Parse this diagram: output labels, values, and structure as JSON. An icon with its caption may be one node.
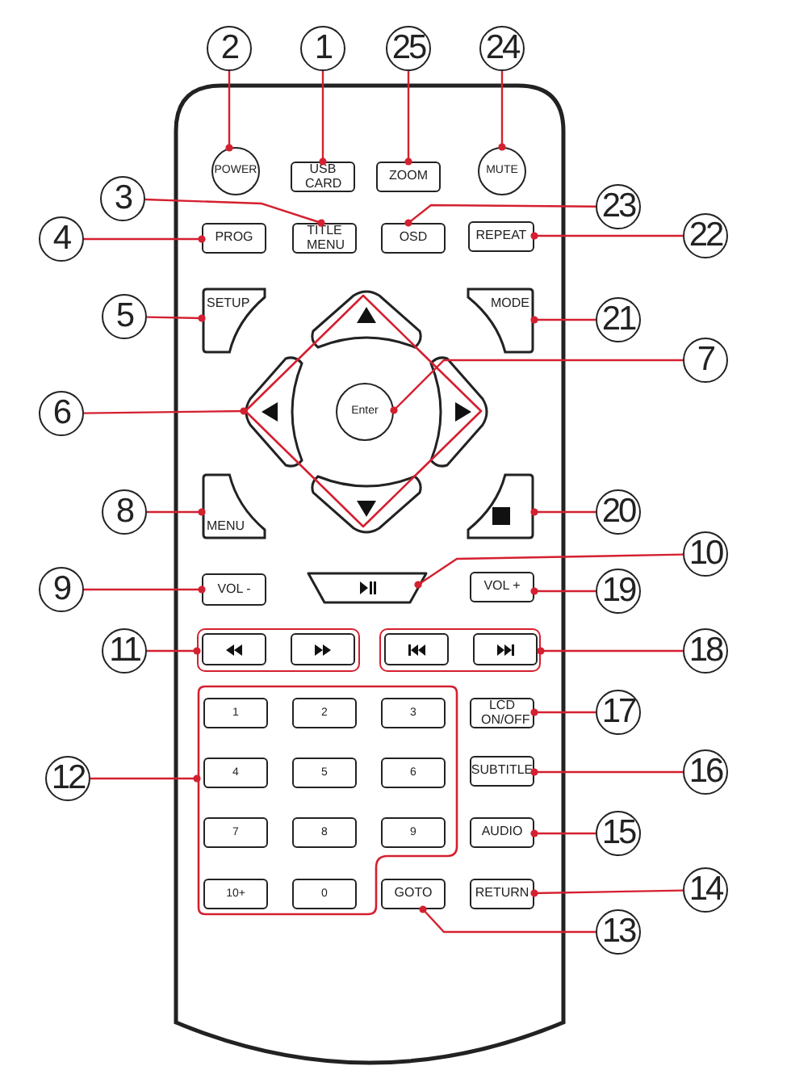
{
  "diagram": {
    "nodes": [
      {
        "text": [
          "2"
        ]
      },
      {
        "text": [
          "1"
        ]
      },
      {
        "text": [
          "25"
        ]
      },
      {
        "text": [
          "24"
        ]
      },
      {
        "text": [
          "POWER"
        ]
      },
      {
        "text": [
          "USB CARD"
        ]
      },
      {
        "text": [
          "ZOOM"
        ]
      },
      {
        "text": [
          "MUTE"
        ]
      },
      {
        "text": [
          "3"
        ]
      },
      {
        "text": [
          "23"
        ]
      },
      {
        "text": [
          "4"
        ]
      },
      {
        "text": [
          "PROG"
        ]
      },
      {
        "text": [
          "TITLE MENU"
        ]
      },
      {
        "text": [
          "OSD"
        ]
      },
      {
        "text": [
          "REPEAT"
        ]
      },
      {
        "text": [
          "22"
        ]
      },
      {
        "text": [
          "5"
        ]
      },
      {
        "text": [
          "SETUP"
        ]
      },
      {
        "text": [],
        "shape": "diamond"
      },
      {
        "text": [
          "Enter"
        ],
        "in": 18
      },
      {
        "text": [
          "MODE"
        ]
      },
      {
        "text": [
          "21"
        ]
      },
      {
        "text": [
          "7"
        ]
      },
      {
        "text": [
          "6"
        ]
      },
      {
        "text": [
          "8"
        ]
      },
      {
        "text": [
          "MENU"
        ]
      },
      {
        "text": [],
        "shape": "box"
      },
      {
        "text": [
          "20"
        ]
      },
      {
        "text": [
          "10"
        ]
      },
      {
        "text": [
          "9"
        ]
      },
      {
        "text": [
          "VOL -"
        ]
      },
      {
        "text": [],
        "shape": "box"
      },
      {
        "text": [
          "VOL +"
        ]
      },
      {
        "text": [
          "19"
        ]
      },
      {
        "text": [
          "11"
        ]
      },
      {
        "text": [],
        "shape": "box"
      },
      {
        "text": [],
        "shape": "box"
      },
      {
        "text": [
          "18"
        ]
      },
      {
        "text": [],
        "shape": "box"
      },
      {
        "text": [
          "12"
        ]
      },
      {
        "text": [
          "1"
        ],
        "in": 38
      },
      {
        "text": [
          "2"
        ],
        "in": 38
      },
      {
        "text": [
          "3"
        ],
        "in": 38
      },
      {
        "text": [
          "4"
        ],
        "in": 38
      },
      {
        "text": [
          "5"
        ],
        "in": 38
      },
      {
        "text": [
          "6"
        ],
        "in": 38
      },
      {
        "text": [
          "7"
        ],
        "in": 38
      },
      {
        "text": [
          "8"
        ],
        "in": 38
      },
      {
        "text": [
          "9"
        ],
        "in": 38
      },
      {
        "text": [
          "10+"
        ],
        "in": 38
      },
      {
        "text": [
          "0"
        ],
        "in": 38
      },
      {
        "text": [
          "LCD ON/OFF"
        ]
      },
      {
        "text": [
          "17"
        ]
      },
      {
        "text": [
          "SUBTITLE"
        ]
      },
      {
        "text": [
          "16"
        ]
      },
      {
        "text": [
          "AUDIO"
        ]
      },
      {
        "text": [
          "15"
        ]
      },
      {
        "text": [
          "GOTO"
        ]
      },
      {
        "text": [
          "RETURN"
        ]
      },
      {
        "text": [
          "14"
        ]
      },
      {
        "text": [
          "13"
        ]
      }
    ],
    "edges": [
      {
        "from": 0,
        "to": 4,
        "arrow": "other"
      },
      {
        "from": 1,
        "to": 5,
        "arrow": "other"
      },
      {
        "from": 2,
        "to": 6,
        "arrow": "other"
      },
      {
        "from": 3,
        "to": 7,
        "arrow": "other"
      },
      {
        "from": 8,
        "to": 12,
        "arrow": "other"
      },
      {
        "from": 9,
        "to": 13,
        "arrow": "other"
      },
      {
        "from": 10,
        "to": 11,
        "arrow": "other"
      },
      {
        "from": 15,
        "to": 14,
        "arrow": "other"
      },
      {
        "from": 16,
        "to": 17,
        "arrow": "other"
      },
      {
        "from": 21,
        "to": 20,
        "arrow": "other"
      },
      {
        "from": 22,
        "to": 19,
        "arrow": "other"
      },
      {
        "from": 23,
        "to": 18,
        "arrow": "other"
      },
      {
        "from": 24,
        "to": 25,
        "arrow": "other"
      },
      {
        "from": 27,
        "to": 26,
        "arrow": "other"
      },
      {
        "from": 28,
        "to": 31,
        "arrow": "other"
      },
      {
        "from": 29,
        "to": 30,
        "arrow": "other"
      },
      {
        "from": 33,
        "to": 32,
        "arrow": "other"
      },
      {
        "from": 34,
        "to": 35,
        "arrow": "other"
      },
      {
        "from": 37,
        "to": 36,
        "arrow": "other"
      },
      {
        "from": 39,
        "to": 38,
        "arrow": "other"
      },
      {
        "from": 52,
        "to": 51,
        "arrow": "other"
      },
      {
        "from": 54,
        "to": 53,
        "arrow": "other"
      },
      {
        "from": 56,
        "to": 55,
        "arrow": "other"
      },
      {
        "from": 59,
        "to": 58,
        "arrow": "other"
      },
      {
        "from": 60,
        "to": 57,
        "arrow": "other"
      }
    ]
  }
}
